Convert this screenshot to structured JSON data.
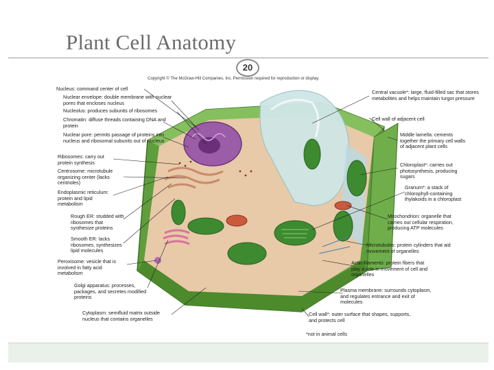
{
  "title": "Plant Cell Anatomy",
  "slide_number": "20",
  "copyright": "Copyright © The McGraw-Hill Companies, Inc. Permission required for reproduction or display.",
  "left_labels": [
    "Nucleus: command center of cell",
    "Nuclear envelope: double membrane with nuclear pores that encloses nucleus",
    "Nucleolus: produces subunits of ribosomes",
    "Chromatin: diffuse threads containing DNA and protein",
    "Nuclear pore: permits passage of proteins into nucleus and ribosomal subunits out of nucleus",
    "Ribosomes: carry out protein synthesis",
    "Centrosome: microtubule organizing center (lacks centrioles)",
    "Endoplasmic reticulum: protein and lipid metabolism",
    "Rough ER: studded with ribosomes that synthesize proteins",
    "Smooth ER: lacks ribosomes, synthesizes lipid molecules",
    "Peroxisome: vesicle that is involved in fatty acid metabolism",
    "Golgi apparatus: processes, packages, and secretes modified proteins",
    "Cytoplasm: semifluid matrix outside nucleus that contains organelles"
  ],
  "right_labels": [
    "Central vacuole*: large, fluid-filled sac that stores metabolites and helps maintain turgor pressure",
    "Cell wall of adjacent cell",
    "Middle lamella: cements together the primary cell walls of adjacent plant cells",
    "Chloroplast*: carries out photosynthesis, producing sugars",
    "Granum*: a stack of chlorophyll-containing thylakoids in a chloroplast",
    "Mitochondrion: organelle that carries out cellular respiration, producing ATP molecules",
    "Microtubules: protein cylinders that aid movement of organelles",
    "Actin filaments: protein fibers that play a role in movement of cell and organelles",
    "Plasma membrane: surrounds cytoplasm, and regulates entrance and exit of molecules",
    "Cell wall*: outer surface that shapes, supports, and protects cell"
  ],
  "footnote": "*not in animal cells",
  "colors": {
    "cell_wall": "#5f9e3c",
    "cytoplasm": "#e8c9a8",
    "vacuole": "#cfe6e6",
    "nucleus": "#9b5ca8",
    "chloroplast": "#3d8a30"
  }
}
